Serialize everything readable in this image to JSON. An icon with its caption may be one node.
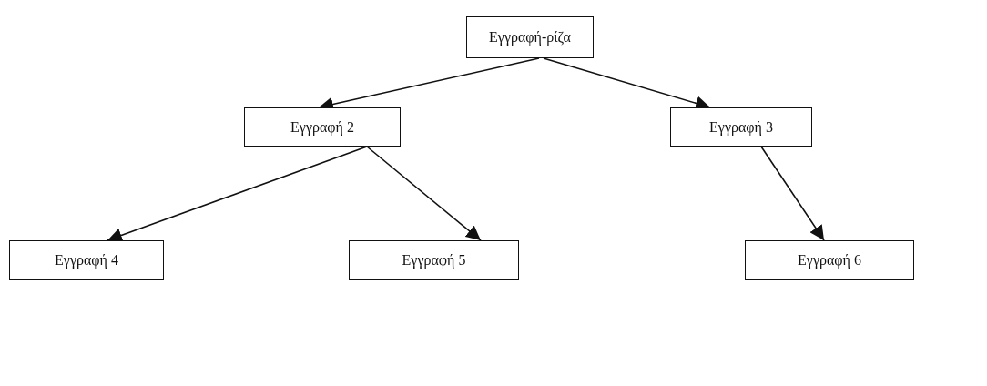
{
  "diagram": {
    "nodes": [
      {
        "text": [
          "Εγγραφή-ρίζα"
        ]
      },
      {
        "text": [
          "Εγγραφή 2"
        ]
      },
      {
        "text": [
          "Εγγραφή 3"
        ]
      },
      {
        "text": [
          "Εγγραφή 4"
        ]
      },
      {
        "text": [
          "Εγγραφή 5"
        ]
      },
      {
        "text": [
          "Εγγραφή 6"
        ]
      }
    ],
    "edges": [
      {
        "from": 0,
        "to": 1,
        "arrow": "to"
      },
      {
        "from": 0,
        "to": 2,
        "arrow": "to"
      },
      {
        "from": 1,
        "to": 3,
        "arrow": "to"
      },
      {
        "from": 1,
        "to": 4,
        "arrow": "to"
      },
      {
        "from": 2,
        "to": 5,
        "arrow": "to"
      }
    ]
  }
}
